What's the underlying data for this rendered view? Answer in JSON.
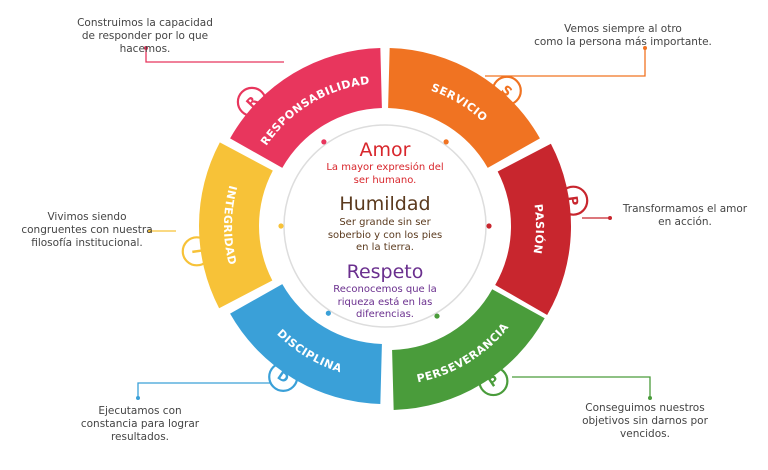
{
  "colors": {
    "responsabilidad": "#e8365d",
    "servicio": "#f07322",
    "pasion": "#c8262e",
    "perseverancia": "#4a9c3b",
    "disciplina": "#3aa0d8",
    "integridad": "#f7c238",
    "amor": "#d8262c",
    "humildad": "#5b3a1e",
    "respeto": "#6a2f8e",
    "text": "#444444"
  },
  "center": {
    "amor": {
      "title": "Amor",
      "text": [
        "La mayor expresión del",
        "ser humano."
      ]
    },
    "humildad": {
      "title": "Humildad",
      "text": [
        "Ser grande sin ser",
        "soberbio y con los pies",
        "en la tierra."
      ]
    },
    "respeto": {
      "title": "Respeto",
      "text": [
        "Reconocemos que la",
        "riqueza está en las",
        "diferencias."
      ]
    }
  },
  "segments": [
    {
      "id": "responsabilidad",
      "label": "RESPONSABILIDAD",
      "letter": "R",
      "description": [
        "Construimos la capacidad",
        "de responder por lo que",
        "hacemos."
      ]
    },
    {
      "id": "servicio",
      "label": "SERVICIO",
      "letter": "S",
      "description": [
        "Vemos siempre al otro",
        "como la persona más importante."
      ]
    },
    {
      "id": "pasion",
      "label": "PASIÓN",
      "letter": "P",
      "description": [
        "Transformamos el amor",
        "en acción."
      ]
    },
    {
      "id": "perseverancia",
      "label": "PERSEVERANCIA",
      "letter": "P",
      "description": [
        "Conseguimos nuestros",
        "objetivos sin darnos por",
        "vencidos."
      ]
    },
    {
      "id": "disciplina",
      "label": "DISCIPLINA",
      "letter": "D",
      "description": [
        "Ejecutamos con",
        "constancia para lograr",
        "resultados."
      ]
    },
    {
      "id": "integridad",
      "label": "INTEGRIDAD",
      "letter": "I",
      "description": [
        "Vivimos siendo",
        "congruentes con nuestra",
        "filosofía institucional."
      ]
    }
  ]
}
